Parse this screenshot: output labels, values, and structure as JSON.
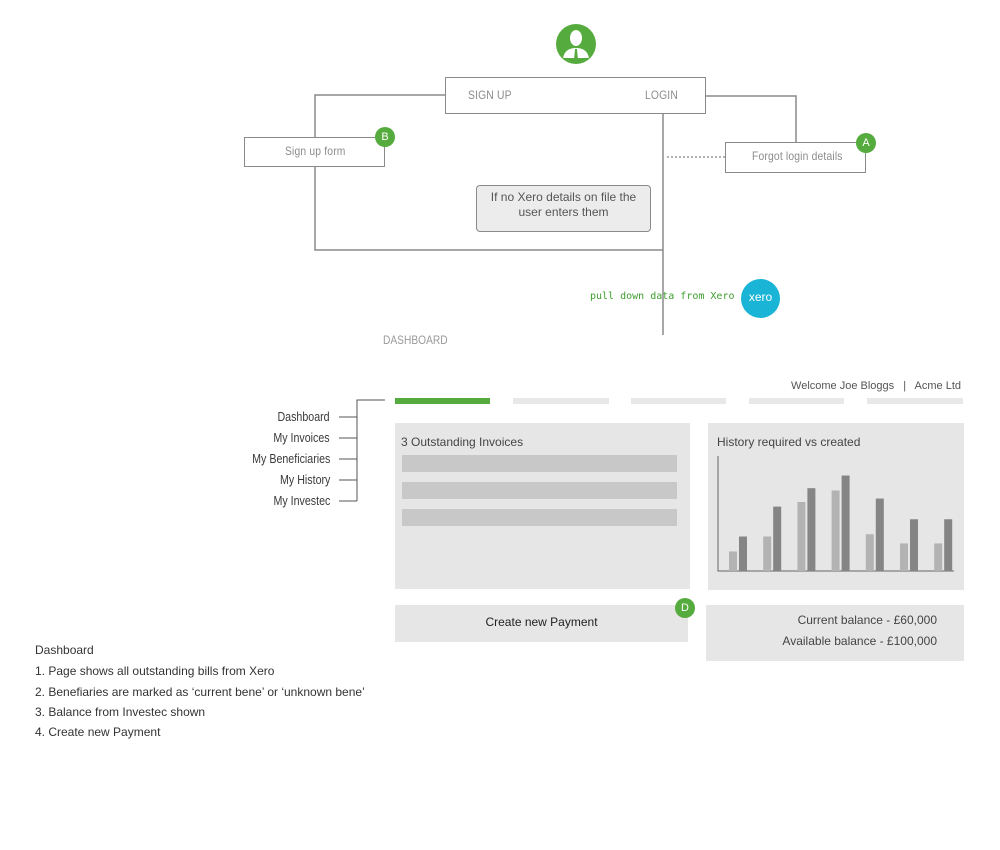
{
  "flow": {
    "signup_label": "SIGN UP",
    "login_label": "LOGIN",
    "signup_form_label": "Sign up form",
    "forgot_label": "Forgot login details",
    "xero_note": "If no Xero details on file the user enters them",
    "pull_data_label": "pull down data from Xero",
    "xero_logo_text": "xero",
    "badge_a": "A",
    "badge_b": "B",
    "dashboard_heading": "DASHBOARD"
  },
  "dashboard": {
    "welcome": "Welcome Joe Bloggs",
    "separator": "|",
    "company": "Acme Ltd",
    "nav": [
      "Dashboard",
      "My Invoices",
      "My Beneficiaries",
      "My History",
      "My Investec"
    ],
    "invoices_title": "3 Outstanding Invoices",
    "history_title": "History required vs created",
    "create_payment": "Create new Payment",
    "badge_d": "D",
    "current_balance": "Current balance - £60,000",
    "available_balance": "Available balance - £100,000",
    "tabs_active_index": 0
  },
  "chart_data": {
    "type": "bar",
    "title": "History required vs created",
    "categories": [
      "",
      "",
      "",
      "",
      "",
      "",
      ""
    ],
    "series": [
      {
        "values": [
          17,
          30,
          60,
          70,
          32,
          24,
          24
        ]
      },
      {
        "values": [
          30,
          56,
          72,
          83,
          63,
          45,
          45
        ]
      }
    ],
    "ylim": [
      0,
      100
    ],
    "colors": [
      "#b3b3b3",
      "#858585"
    ]
  },
  "notes": {
    "title": "Dashboard",
    "items": [
      "1.  Page shows all outstanding bills from Xero",
      "2.  Benefiaries are marked as ‘current bene’ or ‘unknown bene’",
      "3.  Balance from Investec shown",
      "4.  Create  new Payment"
    ]
  },
  "colors": {
    "accent": "#56ab3e",
    "xero": "#1ab4d7"
  }
}
